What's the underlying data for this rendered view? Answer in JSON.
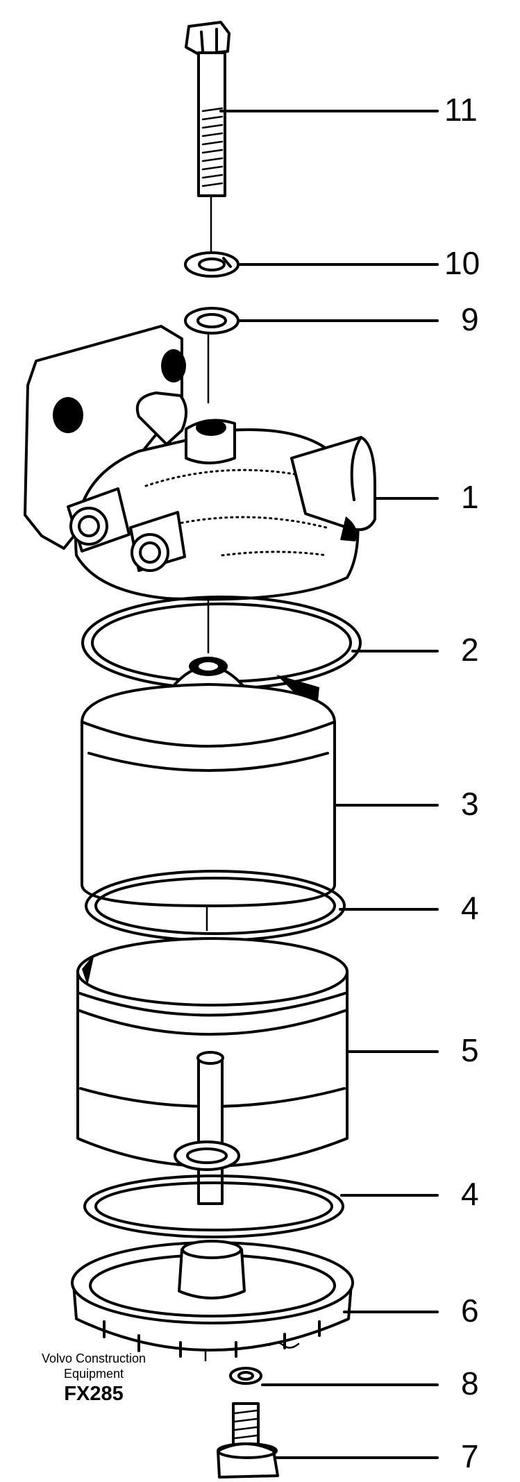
{
  "parts": [
    {
      "number": "11",
      "part": "bolt"
    },
    {
      "number": "10",
      "part": "spring-washer"
    },
    {
      "number": "9",
      "part": "washer"
    },
    {
      "number": "1",
      "part": "filter-head"
    },
    {
      "number": "2",
      "part": "sealing-ring"
    },
    {
      "number": "3",
      "part": "filter-element"
    },
    {
      "number": "4",
      "part": "upper-o-ring"
    },
    {
      "number": "5",
      "part": "bowl"
    },
    {
      "number": "4",
      "part": "lower-o-ring"
    },
    {
      "number": "6",
      "part": "bottom-plate"
    },
    {
      "number": "8",
      "part": "drain-washer"
    },
    {
      "number": "7",
      "part": "drain-plug"
    }
  ],
  "caption": {
    "brand_line1": "Volvo Construction",
    "brand_line2": "Equipment",
    "code": "FX285"
  }
}
